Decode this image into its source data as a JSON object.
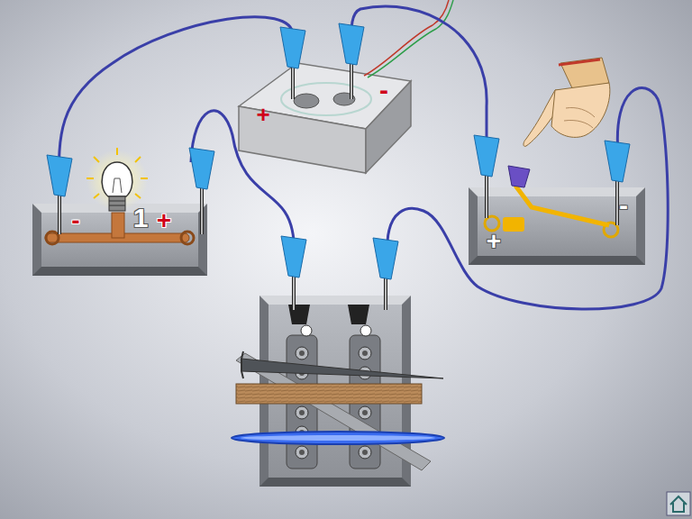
{
  "diagram": {
    "nodes": [
      {
        "text": [
          "+",
          "-"
        ]
      },
      {
        "text": [
          "-",
          "1",
          "+"
        ]
      },
      {
        "text": [
          "+",
          "-"
        ]
      }
    ],
    "edges": [
      {
        "from": 0,
        "to": 1,
        "arrow": "none"
      },
      {
        "from": 2,
        "to": 0,
        "arrow": "none"
      }
    ]
  }
}
